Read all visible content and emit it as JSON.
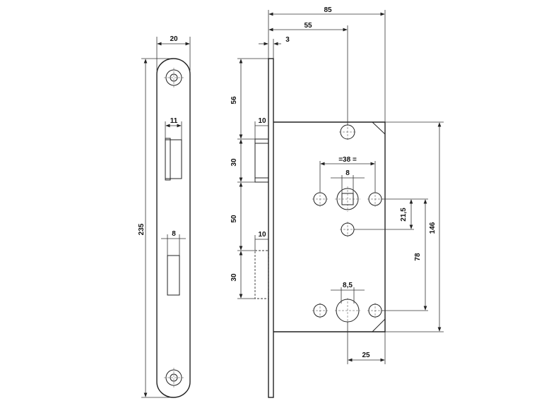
{
  "drawing": {
    "faceplate": {
      "width": "20",
      "height": "235",
      "latch_slot_width": "11",
      "bolt_slot_width": "8"
    },
    "side": {
      "overall_depth": "85",
      "backset": "55",
      "faceplate_thickness": "3",
      "top_to_latch": "56",
      "latch_height": "30",
      "latch_to_bolt": "50",
      "bolt_height": "30",
      "latch_projection": "10",
      "bolt_projection": "10"
    },
    "body": {
      "screw_spacing": "=38 =",
      "spindle_square": "8",
      "cylinder_square": "8,5",
      "spindle_to_middle_hole": "21,5",
      "spindle_to_cylinder": "78",
      "body_height": "146",
      "cylinder_to_edge": "25"
    }
  }
}
